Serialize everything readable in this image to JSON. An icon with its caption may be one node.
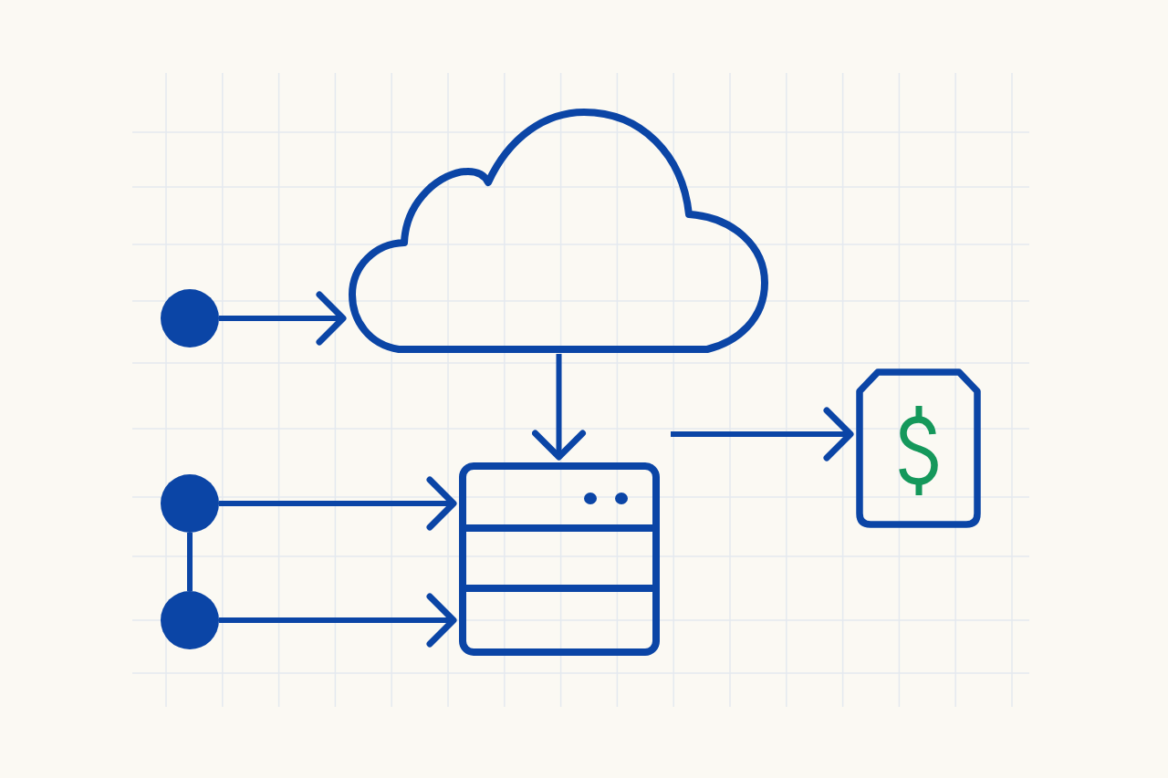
{
  "diagram": {
    "nodes": [
      {
        "text": [],
        "shape": "circle"
      },
      {
        "text": [],
        "shape": "cloud"
      },
      {
        "text": [],
        "shape": "circle"
      },
      {
        "text": [],
        "shape": "circle"
      },
      {
        "text": [],
        "shape": "server"
      },
      {
        "text": [],
        "shape": "document"
      }
    ],
    "edges": [
      {
        "from": 0,
        "to": 1,
        "arrow": "to"
      },
      {
        "from": 1,
        "to": 4,
        "arrow": "to"
      },
      {
        "from": 2,
        "to": 4,
        "arrow": "to"
      },
      {
        "from": 3,
        "to": 4,
        "arrow": "to"
      },
      {
        "from": 2,
        "to": 3,
        "arrow": "none"
      },
      {
        "from": null,
        "to": 5,
        "arrow": "to"
      }
    ]
  }
}
